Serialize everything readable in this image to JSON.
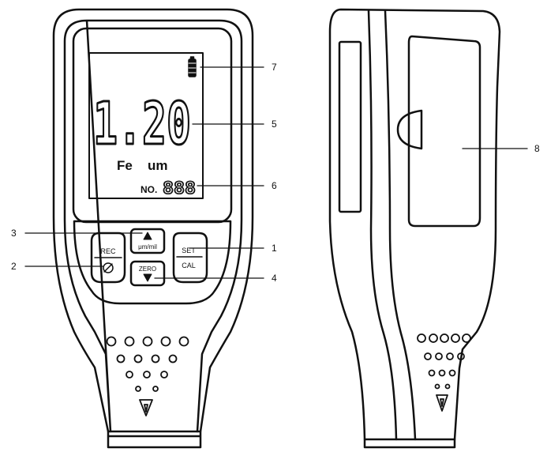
{
  "display": {
    "reading": "1.20",
    "substrate": "Fe",
    "unit": "um",
    "memory_prefix": "NO.",
    "memory_number": "888"
  },
  "buttons": {
    "unit_toggle": {
      "icon": "triangle-up-icon",
      "label": "μm/mil"
    },
    "rec": {
      "label": "REC",
      "icon": "power-icon"
    },
    "set": {
      "label": "SET"
    },
    "cal": {
      "label": "CAL"
    },
    "zero": {
      "label": "ZERO",
      "icon": "triangle-down-icon"
    }
  },
  "callouts": [
    {
      "id": "callout-1",
      "number": "1"
    },
    {
      "id": "callout-2",
      "number": "2"
    },
    {
      "id": "callout-3",
      "number": "3"
    },
    {
      "id": "callout-4",
      "number": "4"
    },
    {
      "id": "callout-5",
      "number": "5"
    },
    {
      "id": "callout-6",
      "number": "6"
    },
    {
      "id": "callout-7",
      "number": "7"
    },
    {
      "id": "callout-8",
      "number": "8"
    }
  ],
  "colors": {
    "stroke": "#111111",
    "background": "#ffffff"
  }
}
